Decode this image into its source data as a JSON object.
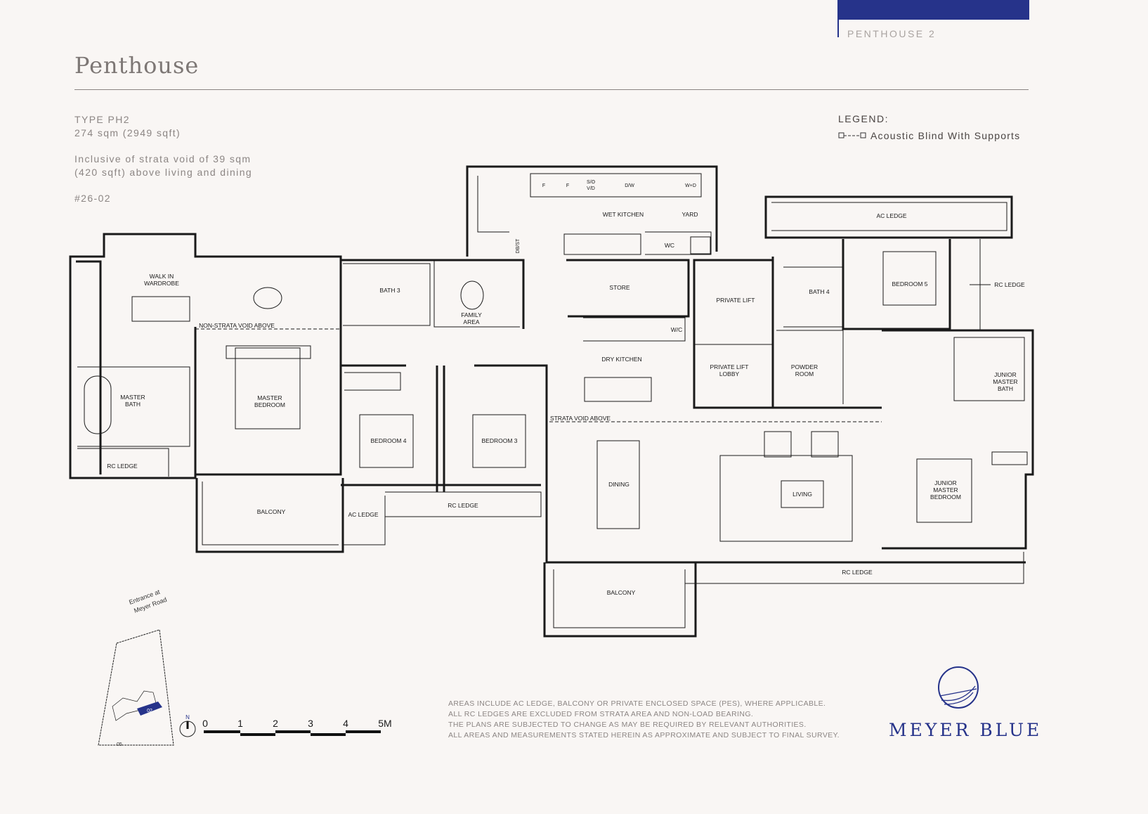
{
  "header": {
    "section_label": "PENTHOUSE 2",
    "title": "Penthouse"
  },
  "unit_info": {
    "type": "TYPE PH2",
    "area": "274 sqm (2949 sqft)",
    "void_note_line1": "Inclusive of strata void of 39 sqm",
    "void_note_line2": "(420 sqft) above living and dining",
    "unit_number": "#26-02"
  },
  "legend": {
    "title": "LEGEND:",
    "items": [
      {
        "icon": "acoustic-blind-icon",
        "label": "Acoustic Blind With Supports"
      }
    ]
  },
  "rooms": {
    "walk_in_wardrobe_1": "WALK IN",
    "walk_in_wardrobe_2": "WARDROBE",
    "non_strata_void": "NON-STRATA VOID ABOVE",
    "master_bath_1": "MASTER",
    "master_bath_2": "BATH",
    "master_bedroom_1": "MASTER",
    "master_bedroom_2": "BEDROOM",
    "rc_ledge_master": "RC LEDGE",
    "balcony_master": "BALCONY",
    "ac_ledge_left": "AC LEDGE",
    "rc_ledge_mid": "RC LEDGE",
    "bath_3": "BATH 3",
    "family_area_1": "FAMILY",
    "family_area_2": "AREA",
    "bedroom_4": "BEDROOM 4",
    "bedroom_3": "BEDROOM 3",
    "wet_kitchen": "WET KITCHEN",
    "yard": "YARD",
    "wc": "WC",
    "store": "STORE",
    "wc_dry": "W/C",
    "dry_kitchen": "DRY KITCHEN",
    "strata_void": "STRATA VOID ABOVE",
    "dining": "DINING",
    "living": "LIVING",
    "balcony_living": "BALCONY",
    "rc_ledge_bottom": "RC LEDGE",
    "private_lift": "PRIVATE LIFT",
    "private_lift_lobby_1": "PRIVATE LIFT",
    "private_lift_lobby_2": "LOBBY",
    "powder_room_1": "POWDER",
    "powder_room_2": "ROOM",
    "ac_ledge_right": "AC LEDGE",
    "bath_4": "BATH 4",
    "bedroom_5": "BEDROOM 5",
    "rc_ledge_right": "RC LEDGE",
    "jm_bath_1": "JUNIOR",
    "jm_bath_2": "MASTER",
    "jm_bath_3": "BATH",
    "jm_bedroom_1": "JUNIOR",
    "jm_bedroom_2": "MASTER",
    "jm_bedroom_3": "BEDROOM"
  },
  "appliances": {
    "fridge1": "F",
    "fridge2": "F",
    "so_vd_1": "S/O",
    "so_vd_2": "V/D",
    "dw": "D/W",
    "wd": "W+D",
    "dbst": "DB/ST"
  },
  "keyplan": {
    "entrance_1": "Entrance at",
    "entrance_2": "Meyer Road",
    "block_highlight": "02",
    "block_other": "05",
    "north": "N"
  },
  "scale_bar": {
    "ticks": [
      "0",
      "1",
      "2",
      "3",
      "4",
      "5M"
    ]
  },
  "notes": [
    "AREAS INCLUDE AC LEDGE, BALCONY OR PRIVATE ENCLOSED SPACE (PES), WHERE APPLICABLE.",
    "ALL RC LEDGES ARE EXCLUDED FROM STRATA AREA AND NON-LOAD BEARING.",
    "THE PLANS ARE SUBJECTED TO CHANGE AS MAY BE REQUIRED BY RELEVANT AUTHORITIES.",
    "ALL AREAS AND MEASUREMENTS STATED HEREIN AS APPROXIMATE AND SUBJECT TO FINAL SURVEY."
  ],
  "brand": {
    "name": "MEYER BLUE",
    "color": "#26338a"
  }
}
